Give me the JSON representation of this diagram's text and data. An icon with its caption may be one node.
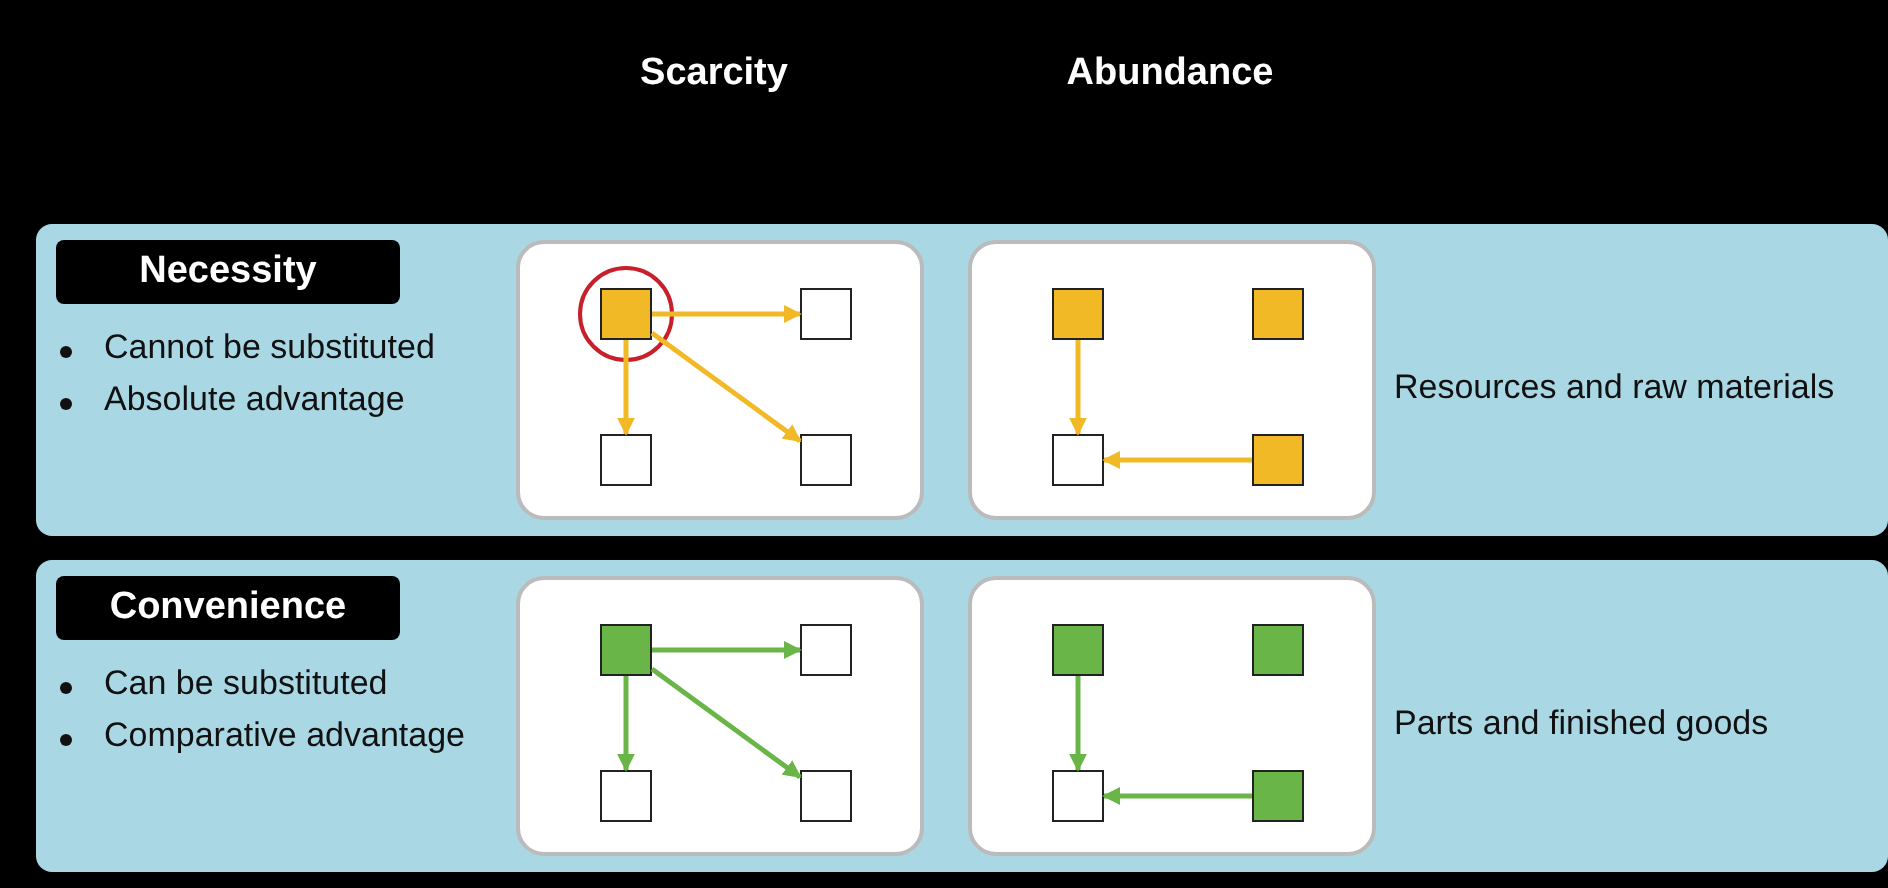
{
  "diagram": {
    "nodes": [
      {
        "text": [
          "Necessity",
          "Cannot be substituted",
          "Absolute advantage",
          "Resources and raw materials"
        ]
      },
      {
        "text": [],
        "shape": "box",
        "in": 0
      },
      {
        "text": [],
        "shape": "box",
        "in": 1
      },
      {
        "text": [],
        "shape": "box",
        "in": 1
      },
      {
        "text": [],
        "shape": "box",
        "in": 1
      },
      {
        "text": [],
        "shape": "box",
        "in": 1
      },
      {
        "text": [],
        "shape": "box",
        "in": 0
      },
      {
        "text": [],
        "shape": "box",
        "in": 6
      },
      {
        "text": [],
        "shape": "box",
        "in": 6
      },
      {
        "text": [],
        "shape": "box",
        "in": 6
      },
      {
        "text": [],
        "shape": "box",
        "in": 6
      },
      {
        "text": [
          "Convenience",
          "Can be substituted",
          "Comparative advantage",
          "Parts and finished goods"
        ]
      },
      {
        "text": [],
        "shape": "box",
        "in": 11
      },
      {
        "text": [],
        "shape": "box",
        "in": 12
      },
      {
        "text": [],
        "shape": "box",
        "in": 12
      },
      {
        "text": [],
        "shape": "box",
        "in": 12
      },
      {
        "text": [],
        "shape": "box",
        "in": 12
      },
      {
        "text": [],
        "shape": "box",
        "in": 11
      },
      {
        "text": [],
        "shape": "box",
        "in": 17
      },
      {
        "text": [],
        "shape": "box",
        "in": 17
      },
      {
        "text": [],
        "shape": "box",
        "in": 17
      },
      {
        "text": [],
        "shape": "box",
        "in": 17
      }
    ],
    "edges": [
      {
        "from": 2,
        "to": 3,
        "arrow": "to",
        "color": "#f2b927"
      },
      {
        "from": 2,
        "to": 4,
        "arrow": "to",
        "color": "#f2b927"
      },
      {
        "from": 2,
        "to": 5,
        "arrow": "to",
        "color": "#f2b927"
      },
      {
        "from": 7,
        "to": 9,
        "arrow": "to",
        "color": "#f2b927"
      },
      {
        "from": 10,
        "to": 9,
        "arrow": "to",
        "color": "#f2b927"
      },
      {
        "from": 13,
        "to": 14,
        "arrow": "to",
        "color": "#6ab547"
      },
      {
        "from": 13,
        "to": 15,
        "arrow": "to",
        "color": "#6ab547"
      },
      {
        "from": 13,
        "to": 16,
        "arrow": "to",
        "color": "#6ab547"
      },
      {
        "from": 18,
        "to": 20,
        "arrow": "to",
        "color": "#6ab547"
      },
      {
        "from": 21,
        "to": 20,
        "arrow": "to",
        "color": "#6ab547"
      }
    ],
    "labels": [
      "Scarcity",
      "Abundance"
    ]
  }
}
